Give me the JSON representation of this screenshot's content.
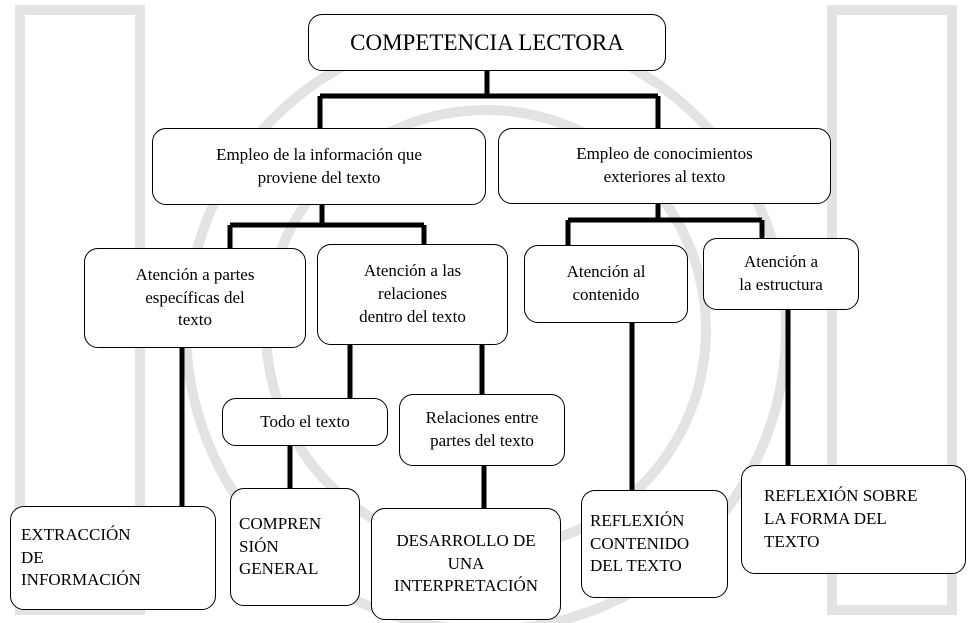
{
  "diagram": {
    "title": "COMPETENCIA LECTORA",
    "level1": {
      "left": "Empleo de la información que\nproviene del texto",
      "right": "Empleo de conocimientos\nexteriores al texto"
    },
    "level2": {
      "partes": "Atención a partes\nespecíficas del\ntexto",
      "relaciones": "Atención a las\nrelaciones\ndentro del texto",
      "contenido": "Atención al\ncontenido",
      "estructura": "Atención a\nla estructura"
    },
    "level3": {
      "todo": "Todo el texto",
      "relaciones_partes": "Relaciones entre\npartes del texto"
    },
    "outcomes": {
      "extraccion": "EXTRACCIÓN\nDE\nINFORMACIÓN",
      "comprension": "COMPREN\nSIÓN\nGENERAL",
      "desarrollo": "DESARROLLO DE\nUNA\nINTERPRETACIÓN",
      "reflexion_contenido": "REFLEXIÓN\nCONTENIDO\nDEL TEXTO",
      "reflexion_forma": "REFLEXIÓN SOBRE\nLA FORMA DEL\nTEXTO"
    }
  },
  "colors": {
    "line": "#000000",
    "watermark": "#e3e3e3"
  }
}
